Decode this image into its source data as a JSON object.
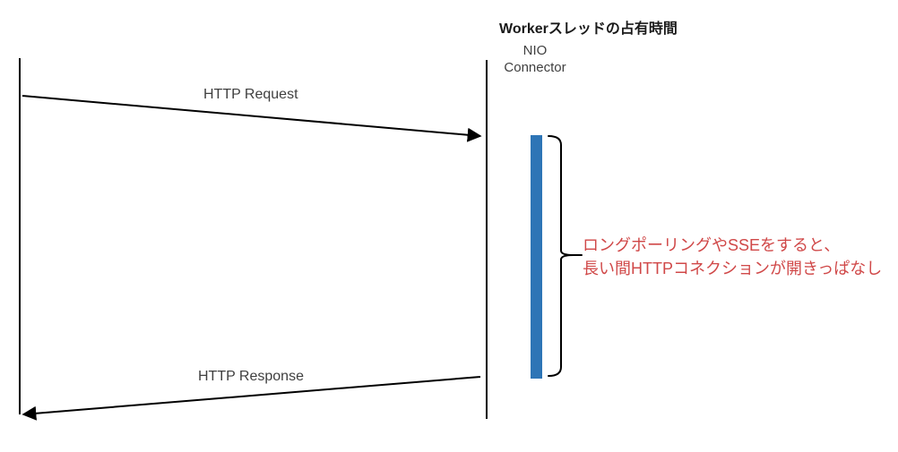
{
  "title": "Workerスレッドの占有時間",
  "diagram": {
    "right_lifeline": {
      "label": "NIO\nConnector"
    },
    "messages": [
      {
        "label": "HTTP Request",
        "direction": "left-to-right"
      },
      {
        "label": "HTTP Response",
        "direction": "right-to-left"
      }
    ],
    "occupation_bar": {
      "meaning": "worker-thread-occupied-time"
    }
  },
  "annotation": {
    "lines": {
      "line1": "ロングポーリングやSSEをすると、",
      "line2": "長い間HTTPコネクションが開きっぱなし"
    }
  },
  "colors": {
    "line": "#000000",
    "bar": "#2E75B6",
    "annotation": "#D04848",
    "label": "#3F3F3F",
    "title": "#1A1A1A"
  }
}
